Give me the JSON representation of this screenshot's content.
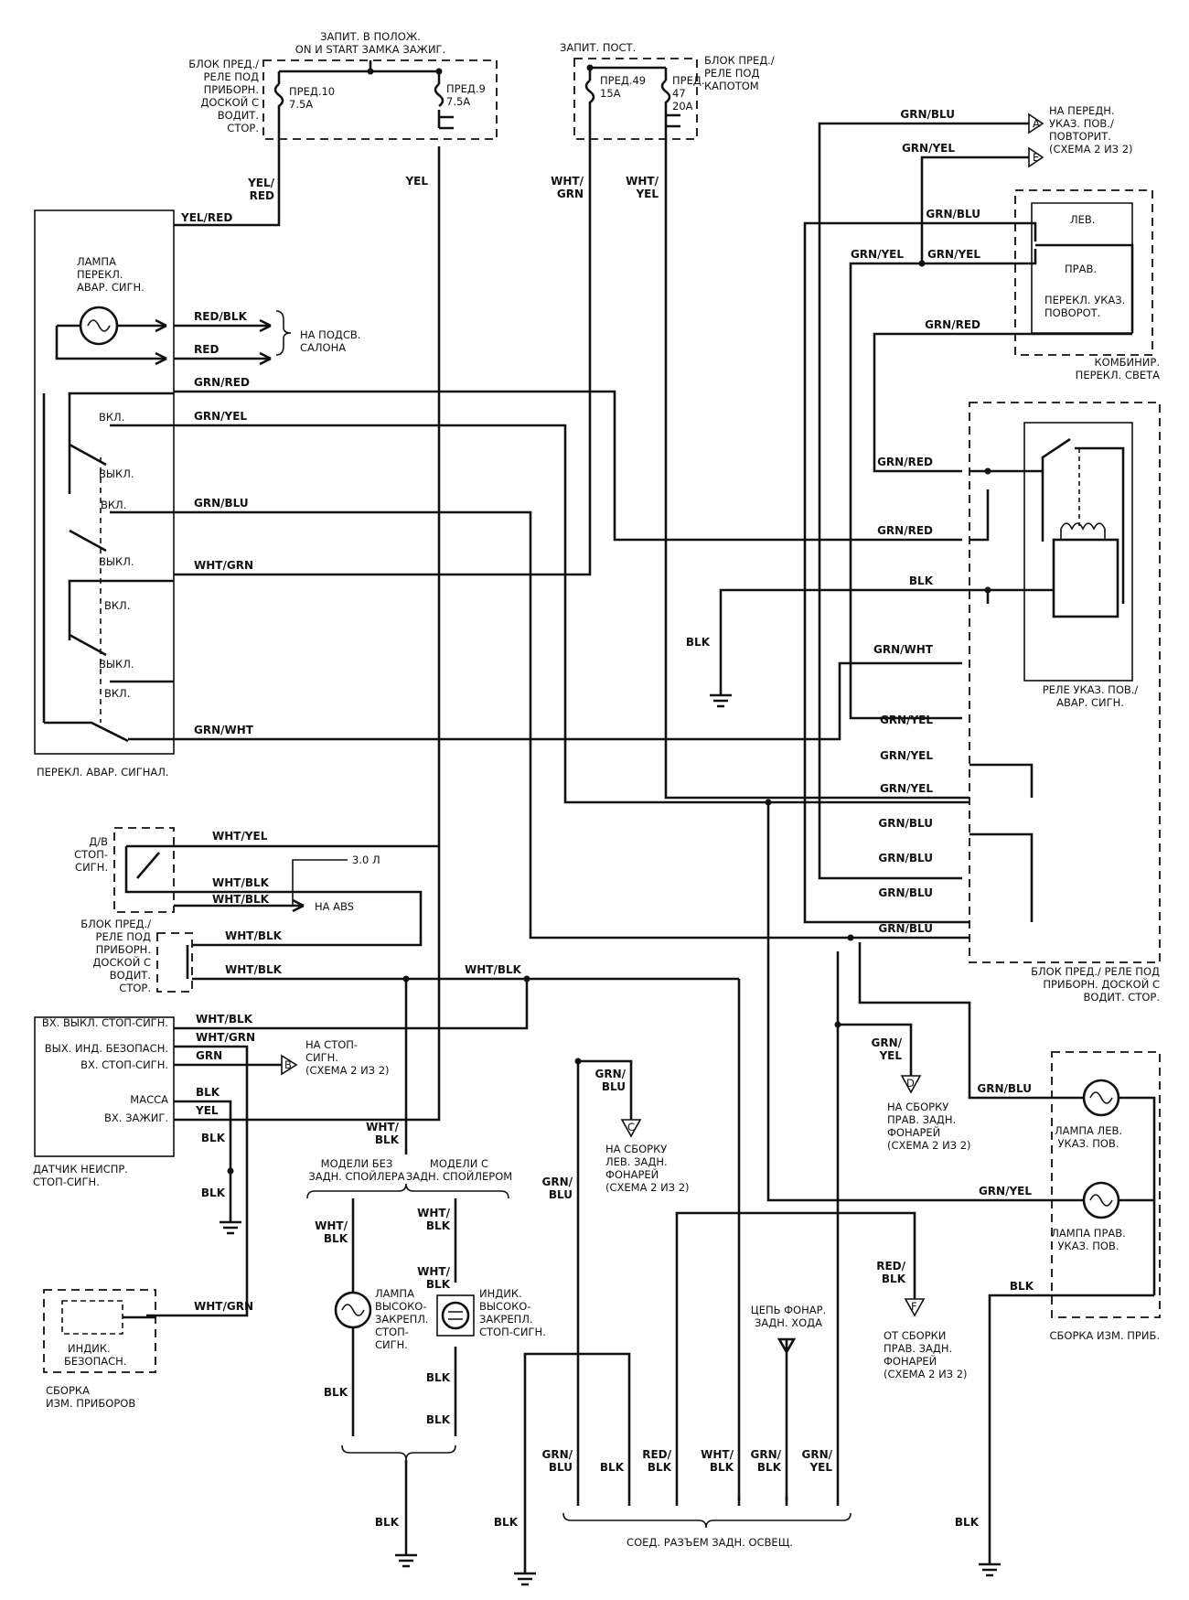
{
  "fuse_blocks": {
    "dash_block": {
      "lines": [
        "БЛОК ПРЕД./",
        "РЕЛЕ ПОД",
        "ПРИБОРН.",
        "ДОСКОЙ С",
        "ВОДИТ.",
        "СТОР."
      ]
    },
    "ignition_feed": {
      "lines": [
        "ЗАПИТ. В ПОЛОЖ.",
        "ON И START ЗАМКА ЗАЖИГ."
      ]
    },
    "fuse_10": {
      "lines": [
        "ПРЕД.10",
        "7.5A"
      ]
    },
    "fuse_9": {
      "lines": [
        "ПРЕД.9",
        "7.5A"
      ]
    },
    "const_feed": "ЗАПИТ. ПОСТ.",
    "hood_block": {
      "lines": [
        "БЛОК ПРЕД./",
        "РЕЛЕ ПОД",
        "КАПОТОМ"
      ]
    },
    "fuse_49": {
      "lines": [
        "ПРЕД.49",
        "15A"
      ]
    },
    "fuse_47": {
      "lines": [
        "ПРЕД.",
        "47",
        "20A"
      ]
    }
  },
  "hazard_switch": {
    "title": "ПЕРЕКЛ. АВАР. СИГНАЛ.",
    "lamp": {
      "lines": [
        "ЛАМПА",
        "ПЕРЕКЛ.",
        "АВАР. СИГН."
      ]
    },
    "on": "ВКЛ.",
    "off": "ВЫКЛ.",
    "interior": {
      "lines": [
        "НА ПОДСВ.",
        "САЛОНА"
      ]
    }
  },
  "wire_colors": {
    "yel_red": "YEL/RED",
    "yel_red_stack": [
      "YEL/",
      "RED"
    ],
    "yel": "YEL",
    "red_blk": "RED/BLK",
    "red": "RED",
    "grn_red": "GRN/RED",
    "grn_yel": "GRN/YEL",
    "grn_blu": "GRN/BLU",
    "wht_grn": "WHT/GRN",
    "wht_grn_stack": [
      "WHT/",
      "GRN"
    ],
    "wht_yel_stack": [
      "WHT/",
      "YEL"
    ],
    "grn_wht": "GRN/WHT",
    "blk": "BLK",
    "wht_yel": "WHT/YEL",
    "wht_blk": "WHT/BLK",
    "wht_blk_stack": [
      "WHT/",
      "BLK"
    ],
    "grn": "GRN",
    "grn_blu_stack": [
      "GRN/",
      "BLU"
    ],
    "grn_yel_stack": [
      "GRN/",
      "YEL"
    ],
    "red_blk_stack": [
      "RED/",
      "BLK"
    ]
  },
  "right_side": {
    "front_signal": {
      "lines": [
        "НА ПЕРЕДН.",
        "УКАЗ. ПОВ./",
        "ПОВТОРИТ.",
        "(СХЕМА 2 ИЗ 2)"
      ]
    },
    "turn_switch": {
      "left": "ЛЕВ.",
      "right": "ПРАВ.",
      "lines": [
        "ПЕРЕКЛ. УКАЗ.",
        "ПОВОРОТ."
      ]
    },
    "combo_switch": {
      "lines": [
        "КОМБИНИР.",
        "ПЕРЕКЛ. СВЕТА"
      ]
    },
    "relay": {
      "lines": [
        "РЕЛЕ УКАЗ. ПОВ./",
        "АВАР. СИГН."
      ]
    },
    "dash_block": {
      "lines": [
        "БЛОК ПРЕД./ РЕЛЕ ПОД",
        "ПРИБОРН. ДОСКОЙ С",
        "ВОДИТ. СТОР."
      ]
    },
    "lamp_left": {
      "lines": [
        "ЛАМПА ЛЕВ.",
        "УКАЗ. ПОВ."
      ]
    },
    "lamp_right": {
      "lines": [
        "ЛАМПА ПРАВ.",
        "УКАЗ. ПОВ."
      ]
    },
    "cluster": "СБОРКА ИЗМ. ПРИБ."
  },
  "brake": {
    "stop_switch": {
      "lines": [
        "Д/В",
        "СТОП-",
        "СИГН."
      ]
    },
    "engine_30": "3.0 Л",
    "abs": "НА ABS",
    "dash_block": {
      "lines": [
        "БЛОК ПРЕД./",
        "РЕЛЕ ПОД",
        "ПРИБОРН.",
        "ДОСКОЙ С",
        "ВОДИТ.",
        "СТОР."
      ]
    },
    "sensor": {
      "pins": [
        "ВХ. ВЫКЛ. СТОП-СИГН.",
        "ВЫХ. ИНД. БЕЗОПАСН.",
        "ВХ. СТОП-СИГН.",
        "МАССА",
        "ВХ. ЗАЖИГ."
      ],
      "title": [
        "ДАТЧИК НЕИСПР.",
        "СТОП-СИГН."
      ]
    },
    "stop_ref": {
      "lines": [
        "НА СТОП-",
        "СИГН.",
        "(СХЕМА 2 ИЗ 2)"
      ]
    }
  },
  "bottom": {
    "no_spoiler": {
      "lines": [
        "МОДЕЛИ БЕЗ",
        "ЗАДН. СПОЙЛЕРА"
      ]
    },
    "with_spoiler": {
      "lines": [
        "МОДЕЛИ С",
        "ЗАДН. СПОЙЛЕРОМ"
      ]
    },
    "hi_lamp": {
      "lines": [
        "ЛАМПА",
        "ВЫСОКО-",
        "ЗАКРЕПЛ.",
        "СТОП-",
        "СИГН."
      ]
    },
    "hi_indicator": {
      "lines": [
        "ИНДИК.",
        "ВЫСОКО-",
        "ЗАКРЕПЛ.",
        "СТОП-СИГН."
      ]
    },
    "safety_indicator": {
      "lines": [
        "ИНДИК.",
        "БЕЗОПАСН."
      ]
    },
    "cluster": {
      "lines": [
        "СБОРКА",
        "ИЗМ. ПРИБОРОВ"
      ]
    },
    "left_rear": {
      "lines": [
        "НА СБОРКУ",
        "ЛЕВ. ЗАДН.",
        "ФОНАРЕЙ",
        "(СХЕМА 2 ИЗ 2)"
      ]
    },
    "right_rear_to": {
      "lines": [
        "НА СБОРКУ",
        "ПРАВ. ЗАДН.",
        "ФОНАРЕЙ",
        "(СХЕМА 2 ИЗ 2)"
      ]
    },
    "right_rear_from": {
      "lines": [
        "ОТ СБОРКИ",
        "ПРАВ. ЗАДН.",
        "ФОНАРЕЙ",
        "(СХЕМА 2 ИЗ 2)"
      ]
    },
    "reverse": {
      "lines": [
        "ЦЕПЬ ФОНАР.",
        "ЗАДН. ХОДА"
      ]
    },
    "connector": "СОЕД. РАЗЪЕМ ЗАДН. ОСВЕЩ."
  },
  "refs": {
    "a": "A",
    "b": "B",
    "c": "C",
    "d": "D",
    "e": "E",
    "f": "F"
  }
}
